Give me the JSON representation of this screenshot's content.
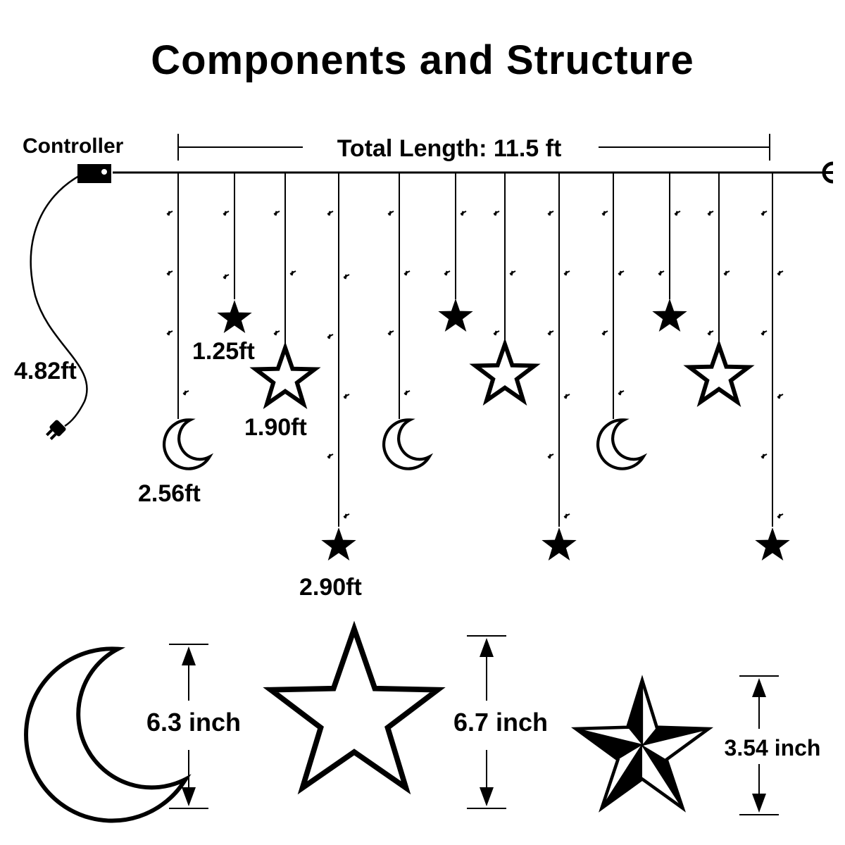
{
  "title": "Components and Structure",
  "labels": {
    "controller": "Controller",
    "total_length": "Total Length: 11.5 ft",
    "cord_length": "4.82ft",
    "len_125": "1.25ft",
    "len_190": "1.90ft",
    "len_256": "2.56ft",
    "len_290": "2.90ft"
  },
  "sizes": {
    "moon": "6.3 inch",
    "star_outline": "6.7 inch",
    "star_3d": "3.54 inch"
  },
  "icons": [
    "crescent-moon-icon",
    "star-outline-icon",
    "star-solid-icon",
    "star-3d-icon",
    "plug-icon",
    "end-connector-icon",
    "controller-box-icon"
  ],
  "colors": {
    "line": "#000000",
    "background": "#ffffff"
  }
}
